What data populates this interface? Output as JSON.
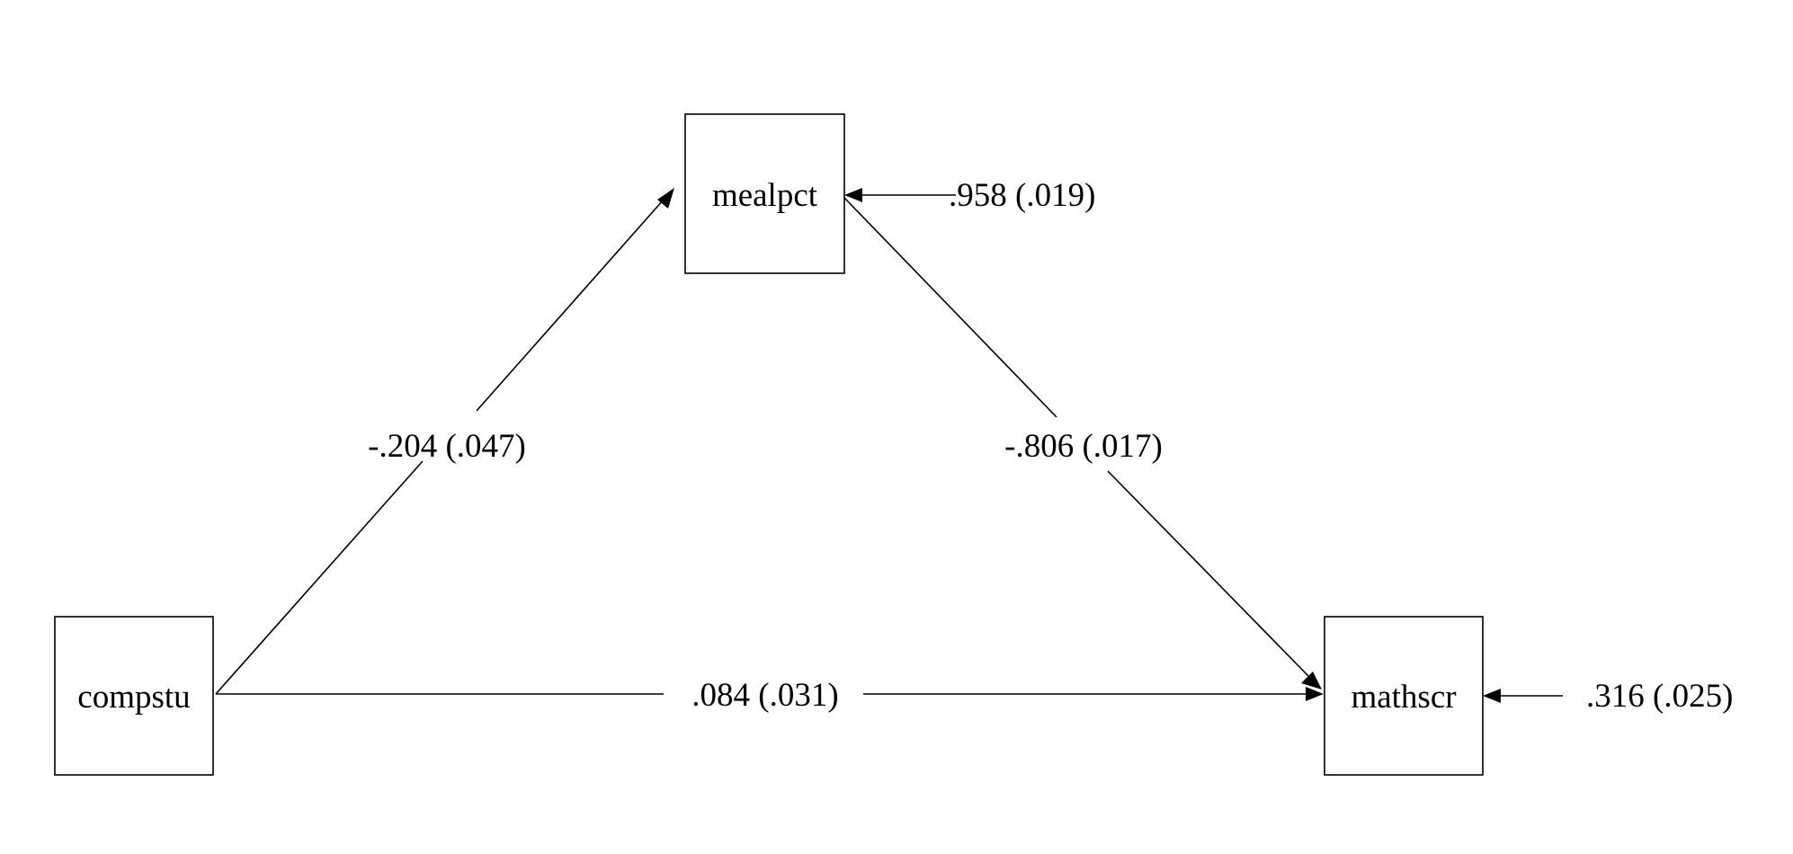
{
  "nodes": {
    "mealpct": "mealpct",
    "compstu": "compstu",
    "mathscr": "mathscr"
  },
  "paths": {
    "compstu_to_mealpct": "-.204 (.047)",
    "mealpct_to_mathscr": "-.806 (.017)",
    "compstu_to_mathscr": ".084 (.031)"
  },
  "residuals": {
    "mealpct": ".958 (.019)",
    "mathscr": ".316 (.025)"
  }
}
